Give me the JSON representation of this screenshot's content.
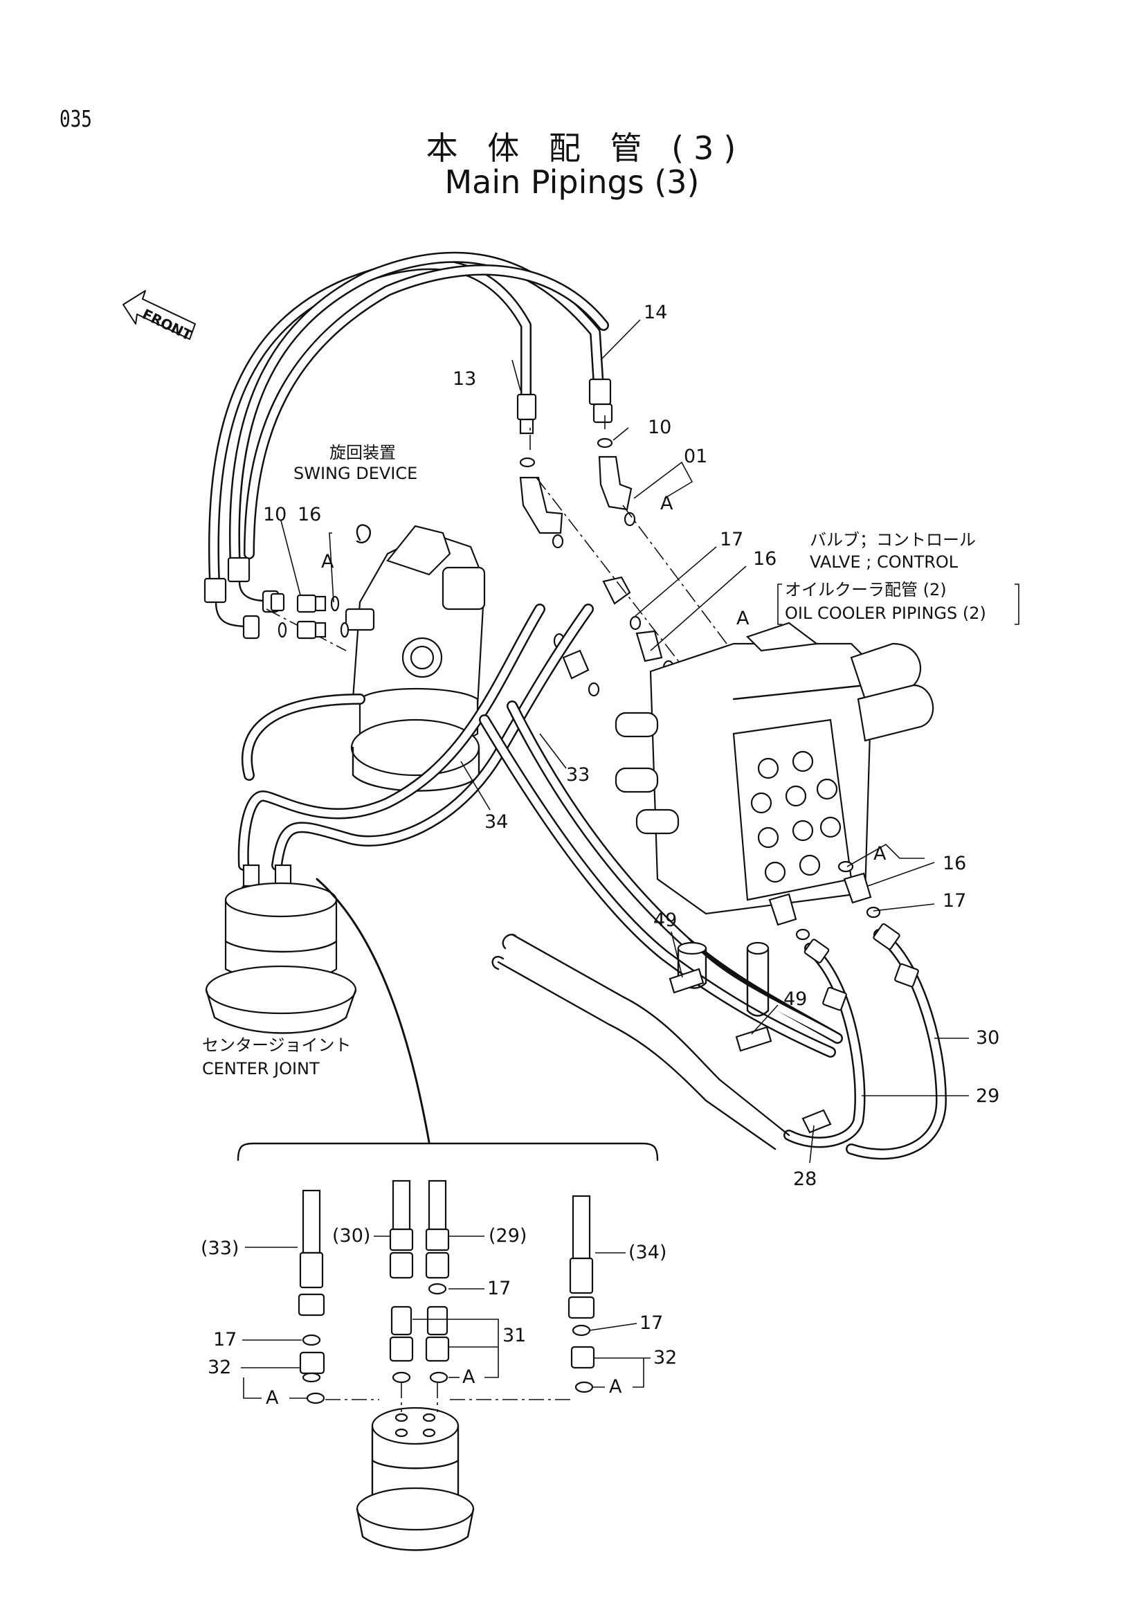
{
  "page_number": "035",
  "title": {
    "jp": "本 体 配 管 (3)",
    "en": "Main Pipings (3)"
  },
  "front_label": "FRONT",
  "components": {
    "swing_device": {
      "jp": "旋回装置",
      "en": "SWING DEVICE"
    },
    "valve_control": {
      "jp": "バルブ；コントロール",
      "en": "VALVE ; CONTROL"
    },
    "oil_cooler": {
      "jp": "オイルクーラ配管 (2)",
      "en": "OIL COOLER PIPINGS (2)"
    },
    "center_joint": {
      "jp": "センタージョイント",
      "en": "CENTER JOINT"
    }
  },
  "callouts": {
    "c13": "13",
    "c14": "14",
    "c10a": "10",
    "c01": "01",
    "cA1": "A",
    "c17a": "17",
    "c16a": "16",
    "cA2": "A",
    "c10b": "10",
    "c16b": "16",
    "cA3": "A",
    "c33": "33",
    "c34": "34",
    "cA4": "A",
    "c16c": "16",
    "c17b": "17",
    "c49a": "49",
    "c49b": "49",
    "c30": "30",
    "c29": "29",
    "c28": "28"
  },
  "detail": {
    "p33": "(33)",
    "p30": "(30)",
    "p29": "(29)",
    "p34": "(34)",
    "p17a": "17",
    "p17b": "17",
    "p17c": "17",
    "p31": "31",
    "p32a": "32",
    "p32b": "32",
    "pA1": "A",
    "pA2": "A",
    "pA3": "A"
  }
}
